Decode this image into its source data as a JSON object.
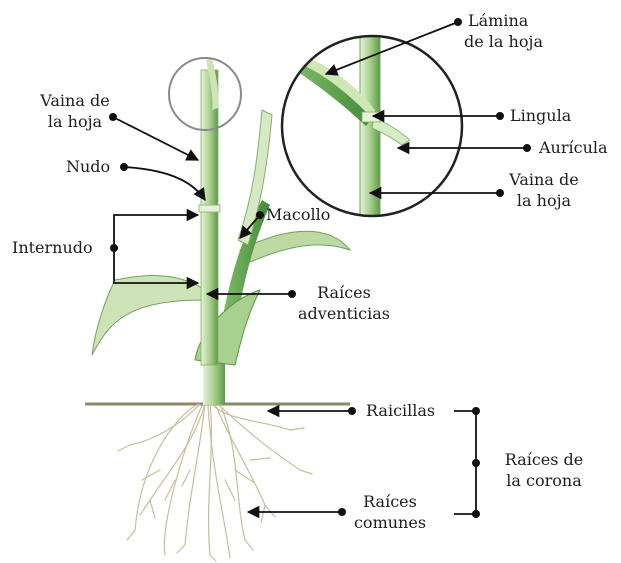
{
  "labels": {
    "lamina": [
      "Lámina",
      "de la hoja"
    ],
    "lingula": "Lingula",
    "auricula": "Aurícula",
    "vaina_zoom": [
      "Vaina de",
      "la hoja"
    ],
    "vaina": [
      "Vaina de",
      "la hoja"
    ],
    "nudo": "Nudo",
    "macollo": "Macollo",
    "internudo": "Internudo",
    "raices_adventicias": [
      "Raíces",
      "adventicias"
    ],
    "raicillas": "Raicillas",
    "raices_corona": [
      "Raíces de",
      "la corona"
    ],
    "raices_comunes": [
      "Raíces",
      "comunes"
    ]
  }
}
